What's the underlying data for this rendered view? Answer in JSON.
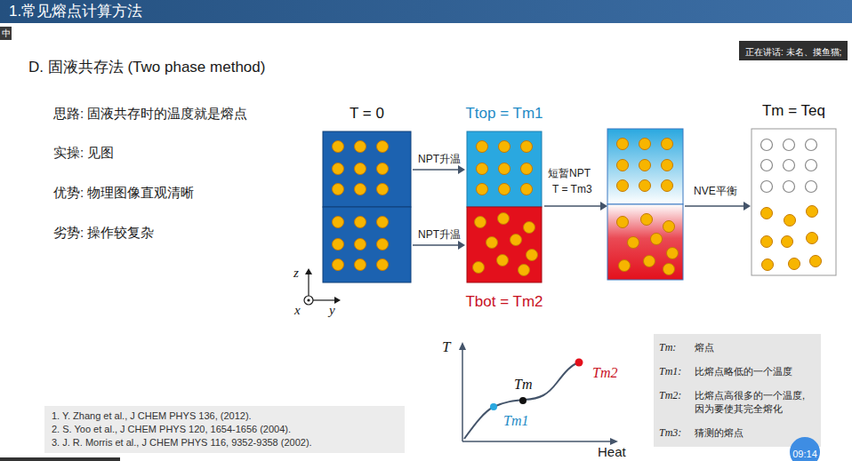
{
  "diagram": {
    "title": "1.常见熔点计算方法",
    "nodes": [
      {
        "text": [
          "中"
        ]
      },
      {
        "text": [
          "正在讲话: 未名、摸鱼猫;"
        ]
      },
      {
        "text": [
          "T = 0"
        ]
      },
      {
        "text": [
          "Ttop = Tm1"
        ]
      },
      {
        "text": [
          "Tbot = Tm2"
        ]
      },
      {
        "text": [
          "Tm = Teq"
        ]
      },
      {
        "text": [
          "Tm:",
          "熔点",
          "Tm1:",
          "比熔点略低的一个温度",
          "Tm2:",
          "比熔点高很多的一个温度, 因为要使其完全熔化",
          "Tm3:",
          "猜测的熔点"
        ]
      },
      {
        "text": [
          "1. Y. Zhang et al., J CHEM PHYS 136, (2012).",
          "2. S. Yoo et al., J CHEM PHYS 120, 1654-1656 (2004).",
          "3. J. R. Morris et al., J CHEM PHYS 116, 9352-9358 (2002)."
        ]
      },
      {
        "text": [
          "09:14"
        ]
      }
    ],
    "edges": [
      {
        "from": 2,
        "to": 3,
        "label": "NPT升温",
        "arrow": "to"
      },
      {
        "from": 2,
        "to": 4,
        "label": "NPT升温",
        "arrow": "to"
      }
    ],
    "labels": [
      "D. 固液共存法 (Two phase method)",
      "思路: 固液共存时的温度就是熔点",
      "实操: 见图",
      "优势: 物理图像直观清晰",
      "劣势: 操作较复杂",
      "短暂NPT",
      "T = Tm3",
      "NVE平衡",
      "z",
      "x",
      "y",
      "T",
      "Heat",
      "Tm",
      "Tm1",
      "Tm2"
    ]
  }
}
